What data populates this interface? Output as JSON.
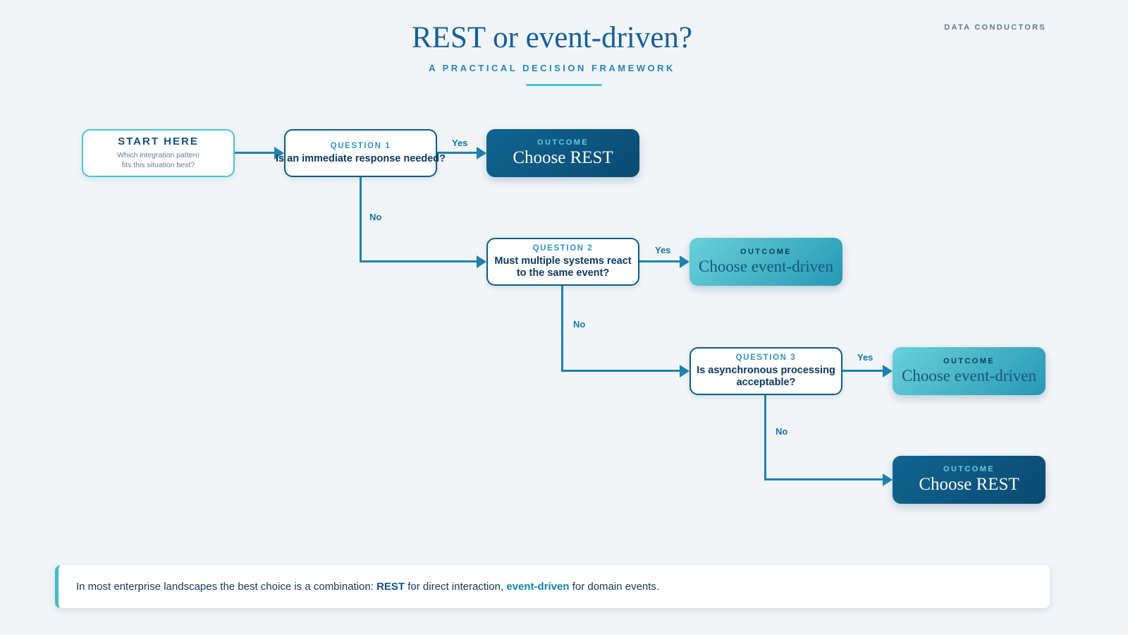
{
  "brand": "DATA CONDUCTORS",
  "header": {
    "title": "REST or event-driven?",
    "subtitle": "A PRACTICAL DECISION FRAMEWORK"
  },
  "flow": {
    "start": {
      "title": "START HERE",
      "caption_lines": [
        "Which integration pattern",
        "fits this situation best?"
      ]
    },
    "questions": [
      {
        "label": "QUESTION 1",
        "lines": [
          "Is an immediate response needed?"
        ]
      },
      {
        "label": "QUESTION 2",
        "lines": [
          "Must multiple systems react",
          "to the same event?"
        ]
      },
      {
        "label": "QUESTION 3",
        "lines": [
          "Is asynchronous processing",
          "acceptable?"
        ]
      }
    ],
    "outcomes": [
      {
        "label": "OUTCOME",
        "text": "Choose REST",
        "variant": "rest"
      },
      {
        "label": "OUTCOME",
        "text": "Choose event-driven",
        "variant": "event"
      },
      {
        "label": "OUTCOME",
        "text": "Choose event-driven",
        "variant": "event"
      },
      {
        "label": "OUTCOME",
        "text": "Choose REST",
        "variant": "rest"
      }
    ],
    "edge_labels": {
      "yes": "Yes",
      "no": "No"
    }
  },
  "footer": {
    "text_before": "In most enterprise landscapes the best choice is a combination: ",
    "highlight_rest": "REST",
    "text_middle": " for direct interaction, ",
    "highlight_event": "event-driven",
    "text_after": " for domain events."
  },
  "colors": {
    "background": "#f1f5f8",
    "accent_teal": "#43bdc8",
    "primary_blue": "#0d5a8a",
    "connector": "#1f82ae",
    "outcome_rest_dark": "#0a4a71",
    "outcome_event_teal": "#2798b5"
  }
}
